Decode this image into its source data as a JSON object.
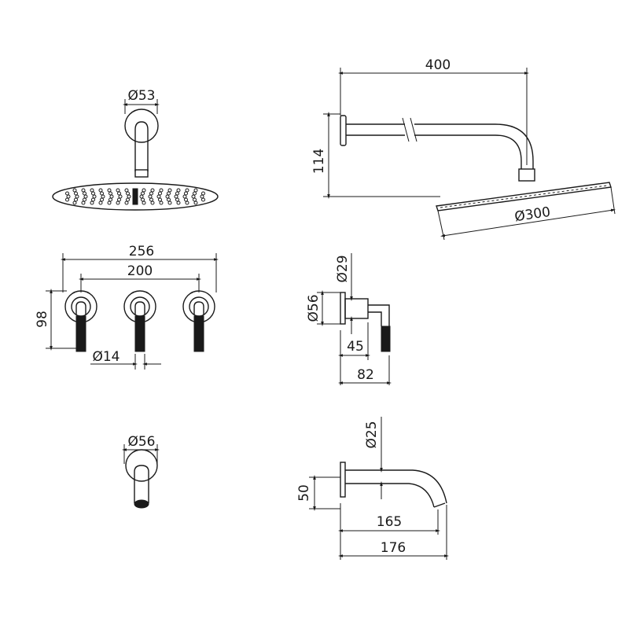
{
  "drawing": {
    "shower_head_front": {
      "flange_diameter": "Ø53"
    },
    "shower_head_side": {
      "arm_length": "400",
      "drop_height": "114",
      "head_diameter": "Ø300"
    },
    "mixer_front": {
      "overall_width": "256",
      "handle_spacing": "200",
      "height": "98",
      "handle_diameter": "Ø14"
    },
    "mixer_side": {
      "spindle_diameter": "Ø29",
      "flange_diameter": "Ø56",
      "body_depth": "45",
      "overall_depth": "82"
    },
    "spout_front": {
      "flange_diameter": "Ø56"
    },
    "spout_side": {
      "outlet_diameter": "Ø25",
      "height": "50",
      "reach_to_outlet": "165",
      "overall_length": "176"
    }
  }
}
